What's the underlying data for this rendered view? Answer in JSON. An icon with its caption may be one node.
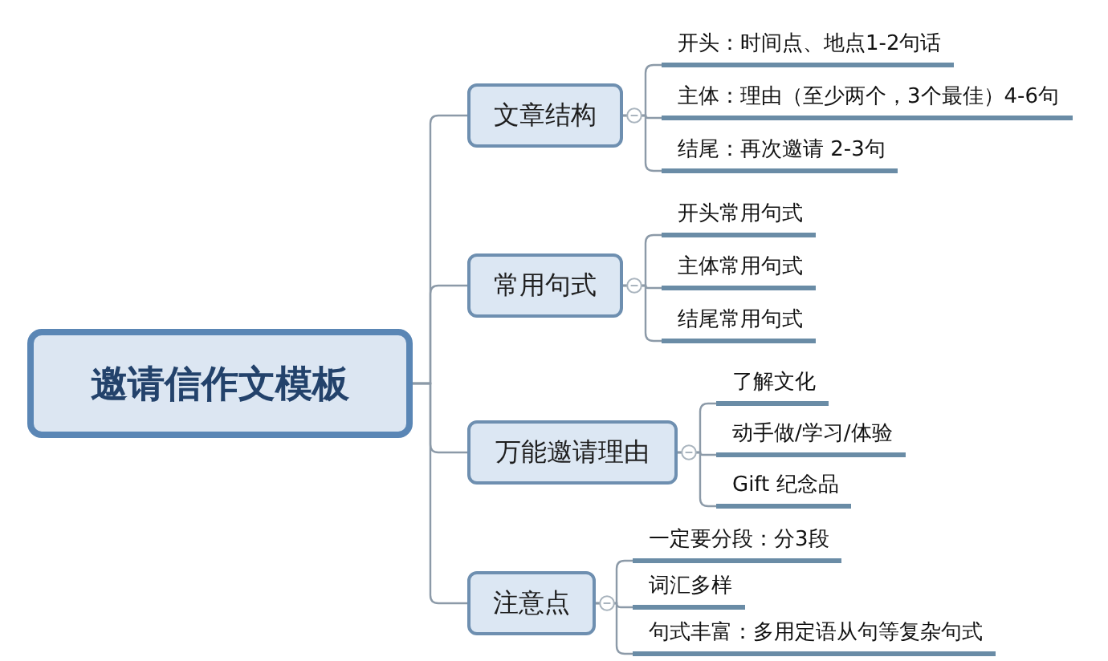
{
  "diagram": {
    "nodes": [
      {
        "text": [
          "邀请信作文模板"
        ]
      },
      {
        "text": [
          "文章结构"
        ]
      },
      {
        "text": [
          "开头：时间点、地点1-2句话"
        ]
      },
      {
        "text": [
          "主体：理由（至少两个，3个最佳）4-6句"
        ]
      },
      {
        "text": [
          "结尾：再次邀请 2-3句"
        ]
      },
      {
        "text": [
          "常用句式"
        ]
      },
      {
        "text": [
          "开头常用句式"
        ]
      },
      {
        "text": [
          "主体常用句式"
        ]
      },
      {
        "text": [
          "结尾常用句式"
        ]
      },
      {
        "text": [
          "万能邀请理由"
        ]
      },
      {
        "text": [
          "了解文化"
        ]
      },
      {
        "text": [
          "动手做/学习/体验"
        ]
      },
      {
        "text": [
          "Gift 纪念品"
        ]
      },
      {
        "text": [
          "注意点"
        ]
      },
      {
        "text": [
          "一定要分段：分3段"
        ]
      },
      {
        "text": [
          "词汇多样"
        ]
      },
      {
        "text": [
          "句式丰富：多用定语从句等复杂句式"
        ]
      }
    ],
    "edges": [
      {
        "from": 0,
        "to": 1,
        "arrow": "none"
      },
      {
        "from": 0,
        "to": 5,
        "arrow": "none"
      },
      {
        "from": 0,
        "to": 9,
        "arrow": "none"
      },
      {
        "from": 0,
        "to": 13,
        "arrow": "none"
      },
      {
        "from": 1,
        "to": 2,
        "arrow": "none"
      },
      {
        "from": 1,
        "to": 3,
        "arrow": "none"
      },
      {
        "from": 1,
        "to": 4,
        "arrow": "none"
      },
      {
        "from": 5,
        "to": 6,
        "arrow": "none"
      },
      {
        "from": 5,
        "to": 7,
        "arrow": "none"
      },
      {
        "from": 5,
        "to": 8,
        "arrow": "none"
      },
      {
        "from": 9,
        "to": 10,
        "arrow": "none"
      },
      {
        "from": 9,
        "to": 11,
        "arrow": "none"
      },
      {
        "from": 9,
        "to": 12,
        "arrow": "none"
      },
      {
        "from": 13,
        "to": 14,
        "arrow": "none"
      },
      {
        "from": 13,
        "to": 15,
        "arrow": "none"
      },
      {
        "from": 13,
        "to": 16,
        "arrow": "none"
      }
    ]
  }
}
